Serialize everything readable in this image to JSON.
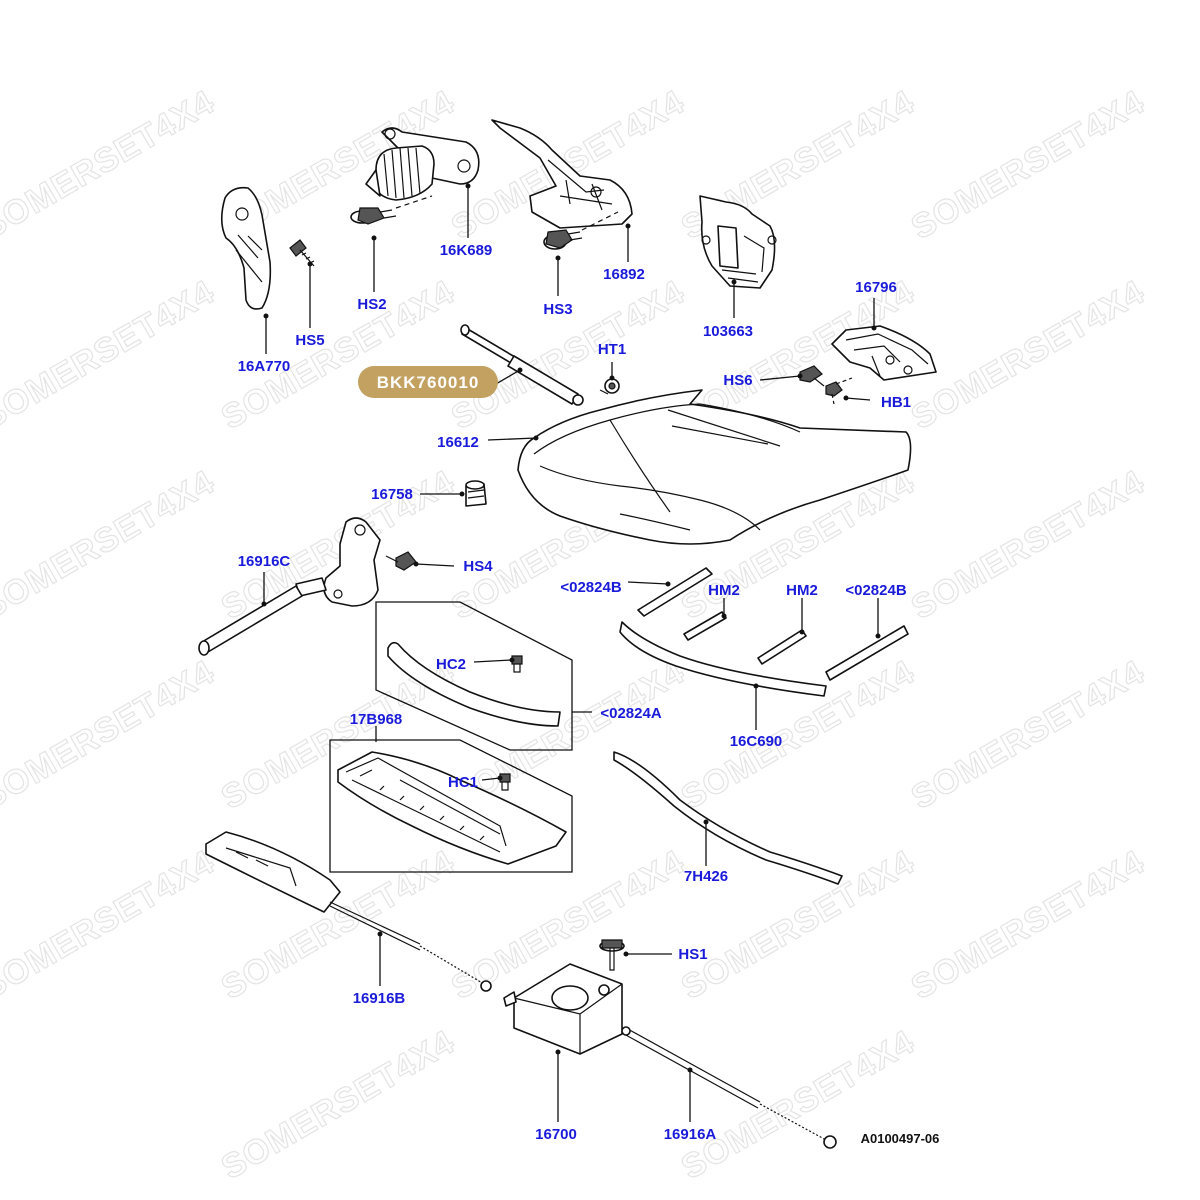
{
  "watermark": "SOMERSET4X4",
  "highlight": {
    "label": "BKK760010",
    "color": "#c3a160"
  },
  "label_color": "#1a1adb",
  "labels": {
    "p16A770": "16A770",
    "hs5": "HS5",
    "hs2": "HS2",
    "p16K689": "16K689",
    "hs3": "HS3",
    "p16892": "16892",
    "p103663": "103663",
    "p16796": "16796",
    "ht1": "HT1",
    "hs6": "HS6",
    "hb1": "HB1",
    "p16612": "16612",
    "p16758": "16758",
    "p16916C": "16916C",
    "hs4": "HS4",
    "p02824B_left": "<02824B",
    "hm2_left": "HM2",
    "hm2_right": "HM2",
    "p02824B_right": "<02824B",
    "hc2": "HC2",
    "p02824A": "<02824A",
    "p16C690": "16C690",
    "p17B968": "17B968",
    "hc1": "HC1",
    "p7H426": "7H426",
    "hs1": "HS1",
    "p16916B": "16916B",
    "p16700": "16700",
    "p16916A": "16916A"
  },
  "diagram_ref": "A0100497-06"
}
